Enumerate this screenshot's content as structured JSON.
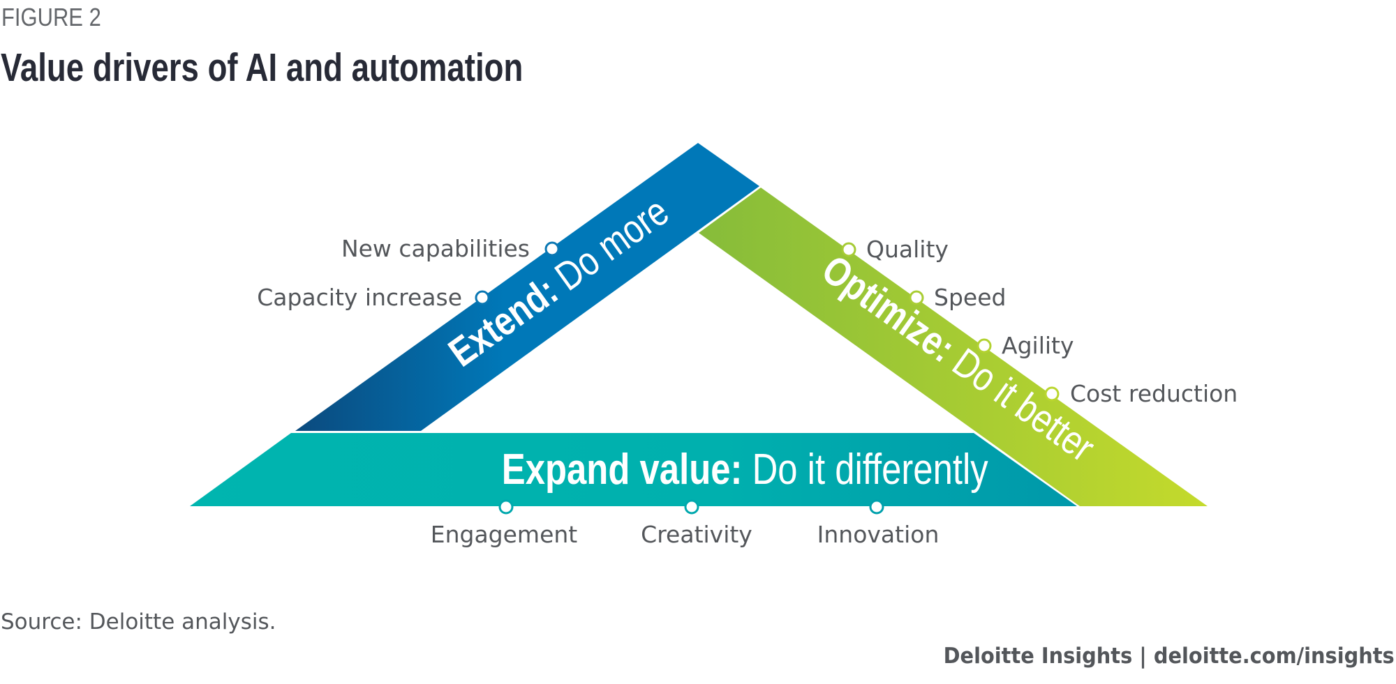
{
  "header": {
    "figure_label": "FIGURE 2",
    "title": "Value drivers of AI and automation"
  },
  "diagram": {
    "extend": {
      "bold": "Extend:",
      "light": " Do more",
      "color_start": "#0B4A7E",
      "color_end": "#0078B8",
      "drivers": [
        "New capabilities",
        "Capacity increase"
      ]
    },
    "optimize": {
      "bold": "Optimize:",
      "light": " Do it better",
      "color_start": "#86BC3A",
      "color_end": "#C4DA2C",
      "drivers": [
        "Quality",
        "Speed",
        "Agility",
        "Cost reduction"
      ]
    },
    "expand": {
      "bold": "Expand value:",
      "light": " Do it differently",
      "color_start": "#00B5AF",
      "color_end": "#0098AA",
      "drivers": [
        "Engagement",
        "Creativity",
        "Innovation"
      ]
    }
  },
  "footer": {
    "source": "Source: Deloitte analysis.",
    "credit": "Deloitte Insights | deloitte.com/insights"
  }
}
